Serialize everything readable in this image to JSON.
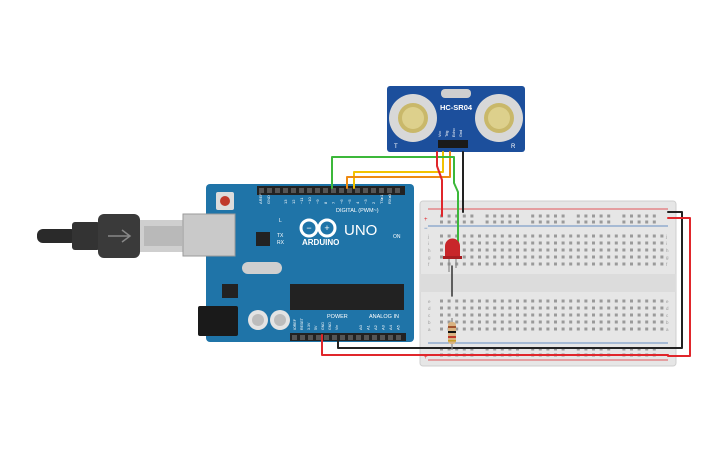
{
  "sensor": {
    "model": "HC-SR04",
    "pins": [
      "Vcc",
      "Trig",
      "Echo",
      "Gnd"
    ],
    "left_mark": "T",
    "right_mark": "R"
  },
  "arduino": {
    "logo_text": "ARDUINO",
    "model": "UNO",
    "digital_label": "DIGITAL (PWM~)",
    "power_label": "POWER",
    "analog_label": "ANALOG IN",
    "on_label": "ON",
    "tx_label": "TX",
    "rx_label": "RX",
    "l_label": "L",
    "aref_label": "AREF",
    "gnd_label": "GND",
    "digital_pins": [
      "13",
      "12",
      "~11",
      "~10",
      "~9",
      "8",
      "7",
      "~6",
      "~5",
      "4",
      "~3",
      "2",
      "TX▸1",
      "RX◂0"
    ],
    "power_pins": [
      "IOREF",
      "RESET",
      "3.3V",
      "5V",
      "GND",
      "GND",
      "Vin"
    ],
    "analog_pins": [
      "A0",
      "A1",
      "A2",
      "A3",
      "A4",
      "A5"
    ]
  },
  "breadboard": {
    "row_letters_top": [
      "j",
      "i",
      "h",
      "g",
      "f"
    ],
    "row_letters_bottom": [
      "e",
      "d",
      "c",
      "b",
      "a"
    ],
    "plus_label": "+",
    "minus_label": "−",
    "columns": 30
  },
  "colors": {
    "board": "#1f74a8",
    "board_dark": "#17608e",
    "sensor_board": "#1c4f9c",
    "wire_red": "#e0262b",
    "wire_black": "#222222",
    "wire_green": "#3cb83a",
    "wire_yellow": "#f2c200",
    "wire_orange": "#ee8a12",
    "led": "#c8262a",
    "breadboard": "#e6e6e6"
  }
}
